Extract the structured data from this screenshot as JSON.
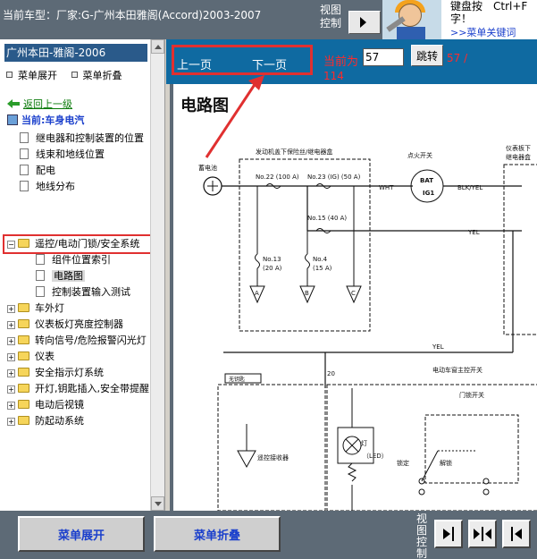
{
  "header": {
    "title": "当前车型：厂家:G-广州本田雅阁(Accord)2003-2007",
    "view_control": "视图控制",
    "notice_line1": "键盘按　Ctrl+F",
    "notice_line2": "字！",
    "notice_link": ">>菜单关键词"
  },
  "sidebar": {
    "panel_title": "广州本田-雅阁-2006",
    "expand_label": "菜单展开",
    "collapse_label": "菜单折叠",
    "back_label": "返回上一级",
    "current_label": "当前:车身电汽",
    "docs": [
      "继电器和控制装置的位置",
      "线束和地线位置",
      "配电",
      "地线分布"
    ],
    "open_folder": "遥控/电动门锁/安全系统",
    "sub_docs": [
      "组件位置索引",
      "电路图",
      "控制装置输入测试"
    ],
    "folders": [
      "车外灯",
      "仪表板灯亮度控制器",
      "转向信号/危险报警闪光灯",
      "仪表",
      "安全指示灯系统",
      "开灯,钥匙插入,安全带提醒",
      "电动后视镜",
      "防起动系统"
    ]
  },
  "nav": {
    "prev": "上一页",
    "next": "下一页",
    "current_prefix": "当前为",
    "page_value": "57",
    "jump": "跳转",
    "total_line1": "57 /",
    "total_line2": "114"
  },
  "diagram": {
    "title": "电路图",
    "battery": "蓄电池",
    "fuse_box_main": "发动机盖下保险丝/继电器盒",
    "fuse_box_dash": "仪表板下",
    "fuse_box_dash2": "继电器盒",
    "fuse1": "No.22 (100 A)",
    "fuse2": "No.23 (IG) (50 A)",
    "fuse3": "No.15 (40 A)",
    "fuse4": "No.13",
    "fuse4b": "(20 A)",
    "fuse5": "No.4",
    "fuse5b": "(15 A)",
    "ignition": "点火开关",
    "bat": "BAT",
    "ig1": "IG1",
    "wire_wht": "WHT",
    "wire_blk_yel": "BLK/YEL",
    "wire_yel": "YEL",
    "wire_yel2": "YEL",
    "tri_a": "A",
    "tri_b": "B",
    "tri_c": "C",
    "num20": "20",
    "rx_label": "遥控接收器",
    "small_tag": "无钥匙",
    "window_master": "电动车窗主控开关",
    "door_lock_switch": "门锁开关",
    "lamp": "灯",
    "led": "（LED）",
    "lock": "锁定",
    "unlock": "解锁"
  },
  "footer": {
    "expand_btn": "菜单展开",
    "collapse_btn": "菜单折叠",
    "view_label": "视图控制"
  },
  "colors": {
    "accent_red": "#e03030",
    "nav_blue": "#0f6aa1",
    "bar_gray": "#5d6a76"
  }
}
